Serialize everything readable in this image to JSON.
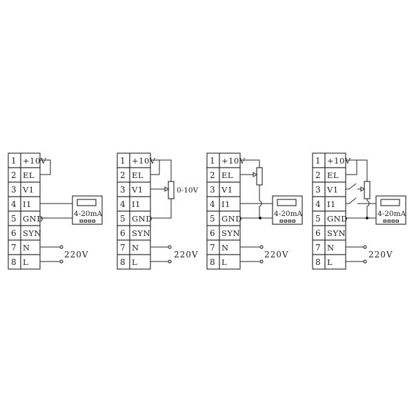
{
  "terminals": [
    {
      "num": "1",
      "label": "+10V"
    },
    {
      "num": "2",
      "label": "EL"
    },
    {
      "num": "3",
      "label": "V1"
    },
    {
      "num": "4",
      "label": "I1"
    },
    {
      "num": "5",
      "label": "GND"
    },
    {
      "num": "6",
      "label": "SYN"
    },
    {
      "num": "7",
      "label": "N"
    },
    {
      "num": "8",
      "label": "L"
    }
  ],
  "labels": {
    "meter": "4-20mA",
    "voltage_input": "0-10V",
    "power": "220V"
  }
}
